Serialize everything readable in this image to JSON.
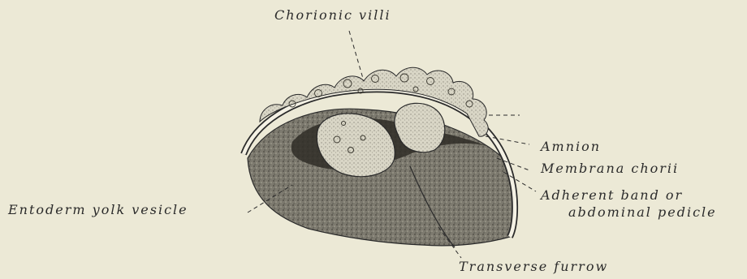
{
  "figure": {
    "labels": {
      "chorionic_villi": "Chorionic villi",
      "amnion": "Amnion",
      "membrana_chorii": "Membrana chorii",
      "adherent_band_line1": "Adherent band or",
      "adherent_band_line2": "abdominal pedicle",
      "entoderm_yolk_vesicle": "Entoderm yolk vesicle",
      "transverse_furrow": "Transverse furrow"
    },
    "colors": {
      "background": "#ece9d6",
      "ink": "#2a2a2a",
      "shading": "#6e6b60",
      "yolk_fill": "#8a877c",
      "membrane_light": "#f4f1e4"
    }
  }
}
